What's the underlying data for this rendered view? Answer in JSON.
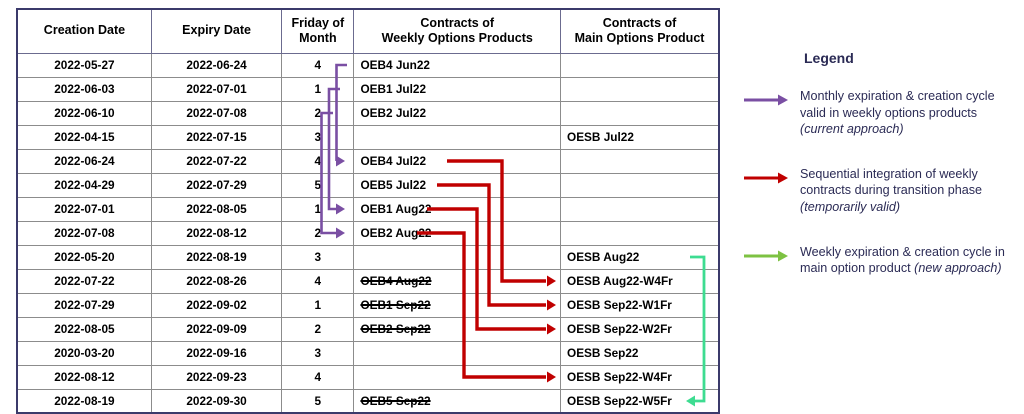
{
  "table": {
    "columns": [
      {
        "key": "creation_date",
        "label": "Creation Date"
      },
      {
        "key": "expiry_date",
        "label": "Expiry Date"
      },
      {
        "key": "friday_of_month",
        "label": "Friday of Month",
        "label_line1": "Friday of",
        "label_line2": "Month"
      },
      {
        "key": "weekly",
        "label": "Contracts of Weekly Options Products",
        "label_line1": "Contracts of",
        "label_line2": "Weekly Options Products"
      },
      {
        "key": "main",
        "label": "Contracts of Main Options Product",
        "label_line1": "Contracts of",
        "label_line2": "Main Options Product"
      }
    ],
    "rows": [
      {
        "creation_date": "2022-05-27",
        "expiry_date": "2022-06-24",
        "friday": "4",
        "weekly": "OEB4  Jun22",
        "weekly_strike": false,
        "weekly_fill": "blue",
        "main": "",
        "main_fill": "none",
        "row_fill": "none"
      },
      {
        "creation_date": "2022-06-03",
        "expiry_date": "2022-07-01",
        "friday": "1",
        "weekly": "OEB1  Jul22",
        "weekly_strike": false,
        "weekly_fill": "blue",
        "main": "",
        "main_fill": "none",
        "row_fill": "none"
      },
      {
        "creation_date": "2022-06-10",
        "expiry_date": "2022-07-08",
        "friday": "2",
        "weekly": "OEB2  Jul22",
        "weekly_strike": false,
        "weekly_fill": "blue",
        "main": "",
        "main_fill": "none",
        "row_fill": "none"
      },
      {
        "creation_date": "2022-04-15",
        "expiry_date": "2022-07-15",
        "friday": "3",
        "weekly": "",
        "weekly_strike": false,
        "weekly_fill": "none",
        "main": "OESB  Jul22",
        "main_fill": "none",
        "row_fill": "none"
      },
      {
        "creation_date": "2022-06-24",
        "expiry_date": "2022-07-22",
        "friday": "4",
        "weekly": "OEB4  Jul22",
        "weekly_strike": false,
        "weekly_fill": "blue-dark",
        "main": "",
        "main_fill": "peach",
        "row_fill": "peach"
      },
      {
        "creation_date": "2022-04-29",
        "expiry_date": "2022-07-29",
        "friday": "5",
        "weekly": "OEB5  Jul22",
        "weekly_strike": false,
        "weekly_fill": "blue",
        "main": "",
        "main_fill": "none",
        "row_fill": "none"
      },
      {
        "creation_date": "2022-07-01",
        "expiry_date": "2022-08-05",
        "friday": "1",
        "weekly": "OEB1  Aug22",
        "weekly_strike": false,
        "weekly_fill": "blue",
        "main": "",
        "main_fill": "none",
        "row_fill": "none"
      },
      {
        "creation_date": "2022-07-08",
        "expiry_date": "2022-08-12",
        "friday": "2",
        "weekly": "OEB2  Aug22",
        "weekly_strike": false,
        "weekly_fill": "blue",
        "main": "",
        "main_fill": "none",
        "row_fill": "none"
      },
      {
        "creation_date": "2022-05-20",
        "expiry_date": "2022-08-19",
        "friday": "3",
        "weekly": "",
        "weekly_strike": false,
        "weekly_fill": "none",
        "main": "OESB  Aug22",
        "main_fill": "none",
        "row_fill": "none"
      },
      {
        "creation_date": "2022-07-22",
        "expiry_date": "2022-08-26",
        "friday": "4",
        "weekly": "OEB4  Aug22",
        "weekly_strike": true,
        "weekly_fill": "none",
        "main": "OESB  Aug22-W4Fr",
        "main_fill": "peach",
        "row_fill": "none"
      },
      {
        "creation_date": "2022-07-29",
        "expiry_date": "2022-09-02",
        "friday": "1",
        "weekly": "OEB1  Sep22",
        "weekly_strike": true,
        "weekly_fill": "none",
        "main": "OESB  Sep22-W1Fr",
        "main_fill": "peach",
        "row_fill": "none"
      },
      {
        "creation_date": "2022-08-05",
        "expiry_date": "2022-09-09",
        "friday": "2",
        "weekly": "OEB2  Sep22",
        "weekly_strike": true,
        "weekly_fill": "none",
        "main": "OESB  Sep22-W2Fr",
        "main_fill": "peach",
        "row_fill": "none"
      },
      {
        "creation_date": "2020-03-20",
        "expiry_date": "2022-09-16",
        "friday": "3",
        "weekly": "",
        "weekly_strike": false,
        "weekly_fill": "none",
        "main": "OESB  Sep22",
        "main_fill": "none",
        "row_fill": "none"
      },
      {
        "creation_date": "2022-08-12",
        "expiry_date": "2022-09-23",
        "friday": "4",
        "weekly": "",
        "weekly_strike": false,
        "weekly_fill": "none",
        "main": "OESB  Sep22-W4Fr",
        "main_fill": "peach",
        "row_fill": "none"
      },
      {
        "creation_date": "2022-08-19",
        "expiry_date": "2022-09-30",
        "friday": "5",
        "weekly": "OEB5  Sep22",
        "weekly_strike": true,
        "weekly_fill": "none",
        "main": "OESB  Sep22-W5Fr",
        "main_fill": "green",
        "row_fill": "none"
      }
    ]
  },
  "legend": {
    "title": "Legend",
    "items": [
      {
        "color": "#7a4fa3",
        "arrow": "right-arrow-icon",
        "text_main": "Monthly expiration & creation cycle valid in weekly options products ",
        "text_italic": "(current approach)"
      },
      {
        "color": "#c00000",
        "arrow": "right-arrow-icon",
        "text_main": "Sequential integration of weekly contracts during transition phase ",
        "text_italic": "(temporarily valid)"
      },
      {
        "color": "#7dc242",
        "arrow": "right-arrow-icon",
        "text_main": "Weekly expiration & creation cycle in main option product ",
        "text_italic": "(new approach)"
      }
    ]
  },
  "colors": {
    "purple_arrow": "#7a4fa3",
    "red_arrow": "#c00000",
    "green_arrow": "#3ddc91",
    "legend_green": "#7dc242",
    "table_border": "#3b3a6b",
    "fill_blue": "#d8e6f2",
    "fill_blue_dark": "#8db4d6",
    "fill_peach": "#fbdcc9",
    "fill_green": "#d8ead3",
    "legend_text": "#2b2b55"
  },
  "arrows": {
    "purple_connections": [
      {
        "from_row": 1,
        "to_row": 5,
        "label": "OEB4 Jun22 to OEB4 Jul22"
      },
      {
        "from_row": 2,
        "to_row": 7,
        "label": "OEB1 Jul22 to OEB1 Aug22"
      },
      {
        "from_row": 3,
        "to_row": 8,
        "label": "OEB2 Jul22 to OEB2 Aug22"
      }
    ],
    "red_connections": [
      {
        "from_row": 5,
        "to_row": 10,
        "label": "OEB4 Jul22 to OESB Aug22-W4Fr"
      },
      {
        "from_row": 6,
        "to_row": 11,
        "label": "OEB5 Jul22 to OESB Sep22-W1Fr"
      },
      {
        "from_row": 7,
        "to_row": 12,
        "label": "OEB1 Aug22 to OESB Sep22-W2Fr"
      },
      {
        "from_row": 8,
        "to_row": 14,
        "label": "OEB2 Aug22 to OESB Sep22-W4Fr"
      }
    ],
    "green_connections": [
      {
        "from_row": 9,
        "to_row": 15,
        "label": "OESB Aug22 to OESB Sep22-W5Fr"
      }
    ]
  }
}
